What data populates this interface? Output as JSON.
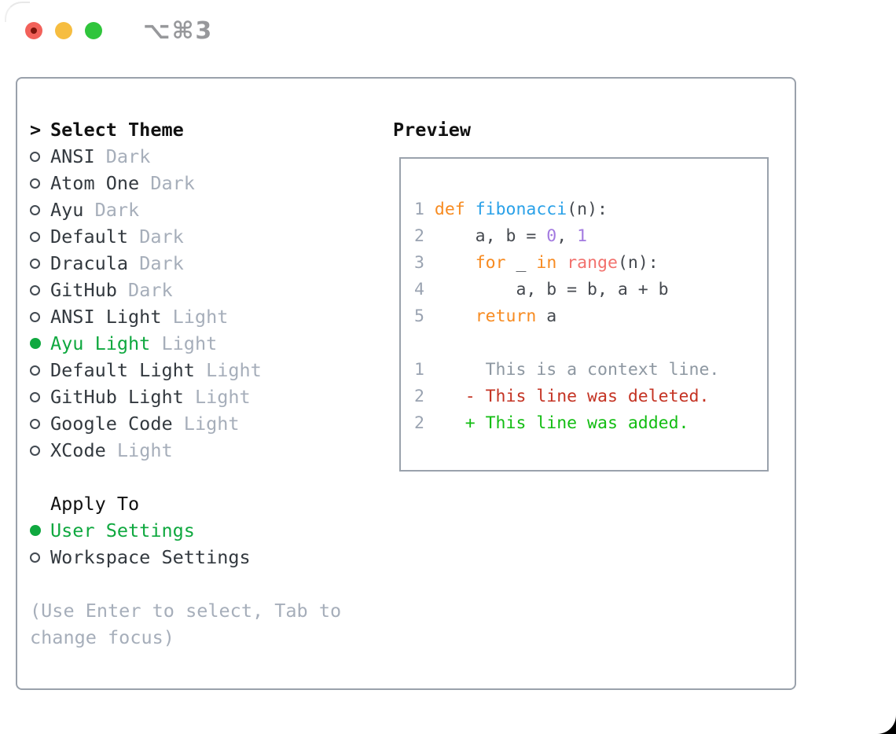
{
  "window": {
    "title": "⌥⌘3",
    "controls": {
      "close_color": "#f2615a",
      "minimize_color": "#f6bd40",
      "zoom_color": "#30c53c"
    }
  },
  "theme_panel": {
    "header": {
      "prompt": ">",
      "label": "Select Theme"
    },
    "themes": [
      {
        "name": "ANSI",
        "tag": "Dark",
        "selected": false
      },
      {
        "name": "Atom One",
        "tag": "Dark",
        "selected": false
      },
      {
        "name": "Ayu",
        "tag": "Dark",
        "selected": false
      },
      {
        "name": "Default",
        "tag": "Dark",
        "selected": false
      },
      {
        "name": "Dracula",
        "tag": "Dark",
        "selected": false
      },
      {
        "name": "GitHub",
        "tag": "Dark",
        "selected": false
      },
      {
        "name": "ANSI Light",
        "tag": "Light",
        "selected": false
      },
      {
        "name": "Ayu Light",
        "tag": "Light",
        "selected": true
      },
      {
        "name": "Default Light",
        "tag": "Light",
        "selected": false
      },
      {
        "name": "GitHub Light",
        "tag": "Light",
        "selected": false
      },
      {
        "name": "Google Code",
        "tag": "Light",
        "selected": false
      },
      {
        "name": "XCode",
        "tag": "Light",
        "selected": false
      }
    ],
    "apply_to": {
      "label": "Apply To",
      "options": [
        {
          "name": "User Settings",
          "selected": true
        },
        {
          "name": "Workspace Settings",
          "selected": false
        }
      ]
    },
    "help": [
      "(Use Enter to select, Tab to",
      "change focus)"
    ]
  },
  "preview": {
    "label": "Preview",
    "code_lines": [
      {
        "num": "1",
        "parts": [
          " ",
          "def ",
          "fibonacci",
          "(n):"
        ]
      },
      {
        "num": "2",
        "parts": [
          "     a, b = ",
          "0",
          ", ",
          "1"
        ]
      },
      {
        "num": "3",
        "parts": [
          "     ",
          "for",
          " _ ",
          "in",
          " ",
          "range",
          "(n):"
        ]
      },
      {
        "num": "4",
        "parts": [
          "         a, b = b, a + b"
        ]
      },
      {
        "num": "5",
        "parts": [
          "     ",
          "return",
          " a"
        ]
      }
    ],
    "diff_lines": [
      {
        "num": "1",
        "kind": "context",
        "text": "      This is a context line."
      },
      {
        "num": "2",
        "kind": "deleted",
        "text": "    - This line was deleted."
      },
      {
        "num": "2",
        "kind": "added",
        "text": "    + This line was added."
      }
    ]
  },
  "colors": {
    "selection_green": "#0fa83f",
    "muted_gray": "#a6aeba",
    "panel_border": "#9aa1ab",
    "syntax_keyword": "#f78b21",
    "syntax_function": "#2aa1e8",
    "syntax_call": "#f2716d",
    "syntax_number": "#a37ae0",
    "diff_deleted": "#c43323",
    "diff_added": "#12bd12"
  }
}
